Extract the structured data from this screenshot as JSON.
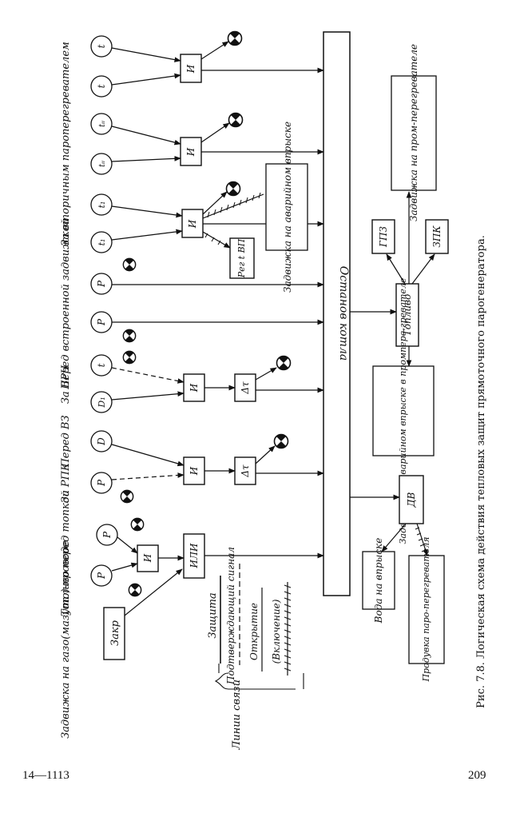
{
  "caption": "Рис. 7.8. Логическая схема действия тепловых защит прямоточного парогенератора.",
  "footer": {
    "left": "14—1113",
    "right": "209"
  },
  "bus_label": "Останов котла",
  "groups": [
    {
      "id": "g1",
      "label": "Задвижка на газо(мазуто)-проводе"
    },
    {
      "id": "g2",
      "label": "Топливо перед топкой"
    },
    {
      "id": "g3",
      "label": "За РПК"
    },
    {
      "id": "g4",
      "label": "Перед ВЗ"
    },
    {
      "id": "g5",
      "label": "За ВРЧ"
    },
    {
      "id": "g6",
      "label": "Перед встроенной задвижкой"
    },
    {
      "id": "g7",
      "label": "За вторичным пароперегревателем"
    }
  ],
  "sensors": {
    "s_p1": "P",
    "s_p2": "P",
    "s_p3": "P",
    "s_d1": "D",
    "s_d2": "D₁",
    "s_t1": "t",
    "s_p4": "P",
    "s_p5": "P",
    "s_t2": "t₁",
    "s_t3": "t₁",
    "s_t4": "tᵢᵢ",
    "s_t5": "tᵢᵢ",
    "s_t6": "t",
    "s_t7": "t"
  },
  "blocks": {
    "zakr": "Закр",
    "and1": "И",
    "or1": "ИЛИ",
    "and2": "И",
    "dt1": "Δτ",
    "and3": "И",
    "dt2": "Δτ",
    "and4": "И",
    "and5": "И",
    "and6": "И",
    "dv": "ДВ",
    "fuel": "Топливо",
    "gpz": "ГПЗ",
    "zpk": "ЗПК",
    "reg_t": "Рег t ВП"
  },
  "outputs": {
    "voda": "Вода на впрыске",
    "produvka": "Продувка паро-перегревателя",
    "zadv_avar2": "Задвижка на аварийном впрыске в промпере-гревателе",
    "zadv_prom": "Задвижка на пром-перегревателе",
    "zadv_avar1": "Задвижка на аварийном впрыске"
  },
  "legend": {
    "title": "Линии связи",
    "zashchita": "Защита",
    "podtv": "Подтверждающий сигнал",
    "otkr": "Открытие",
    "vkl": "(Включение)"
  }
}
